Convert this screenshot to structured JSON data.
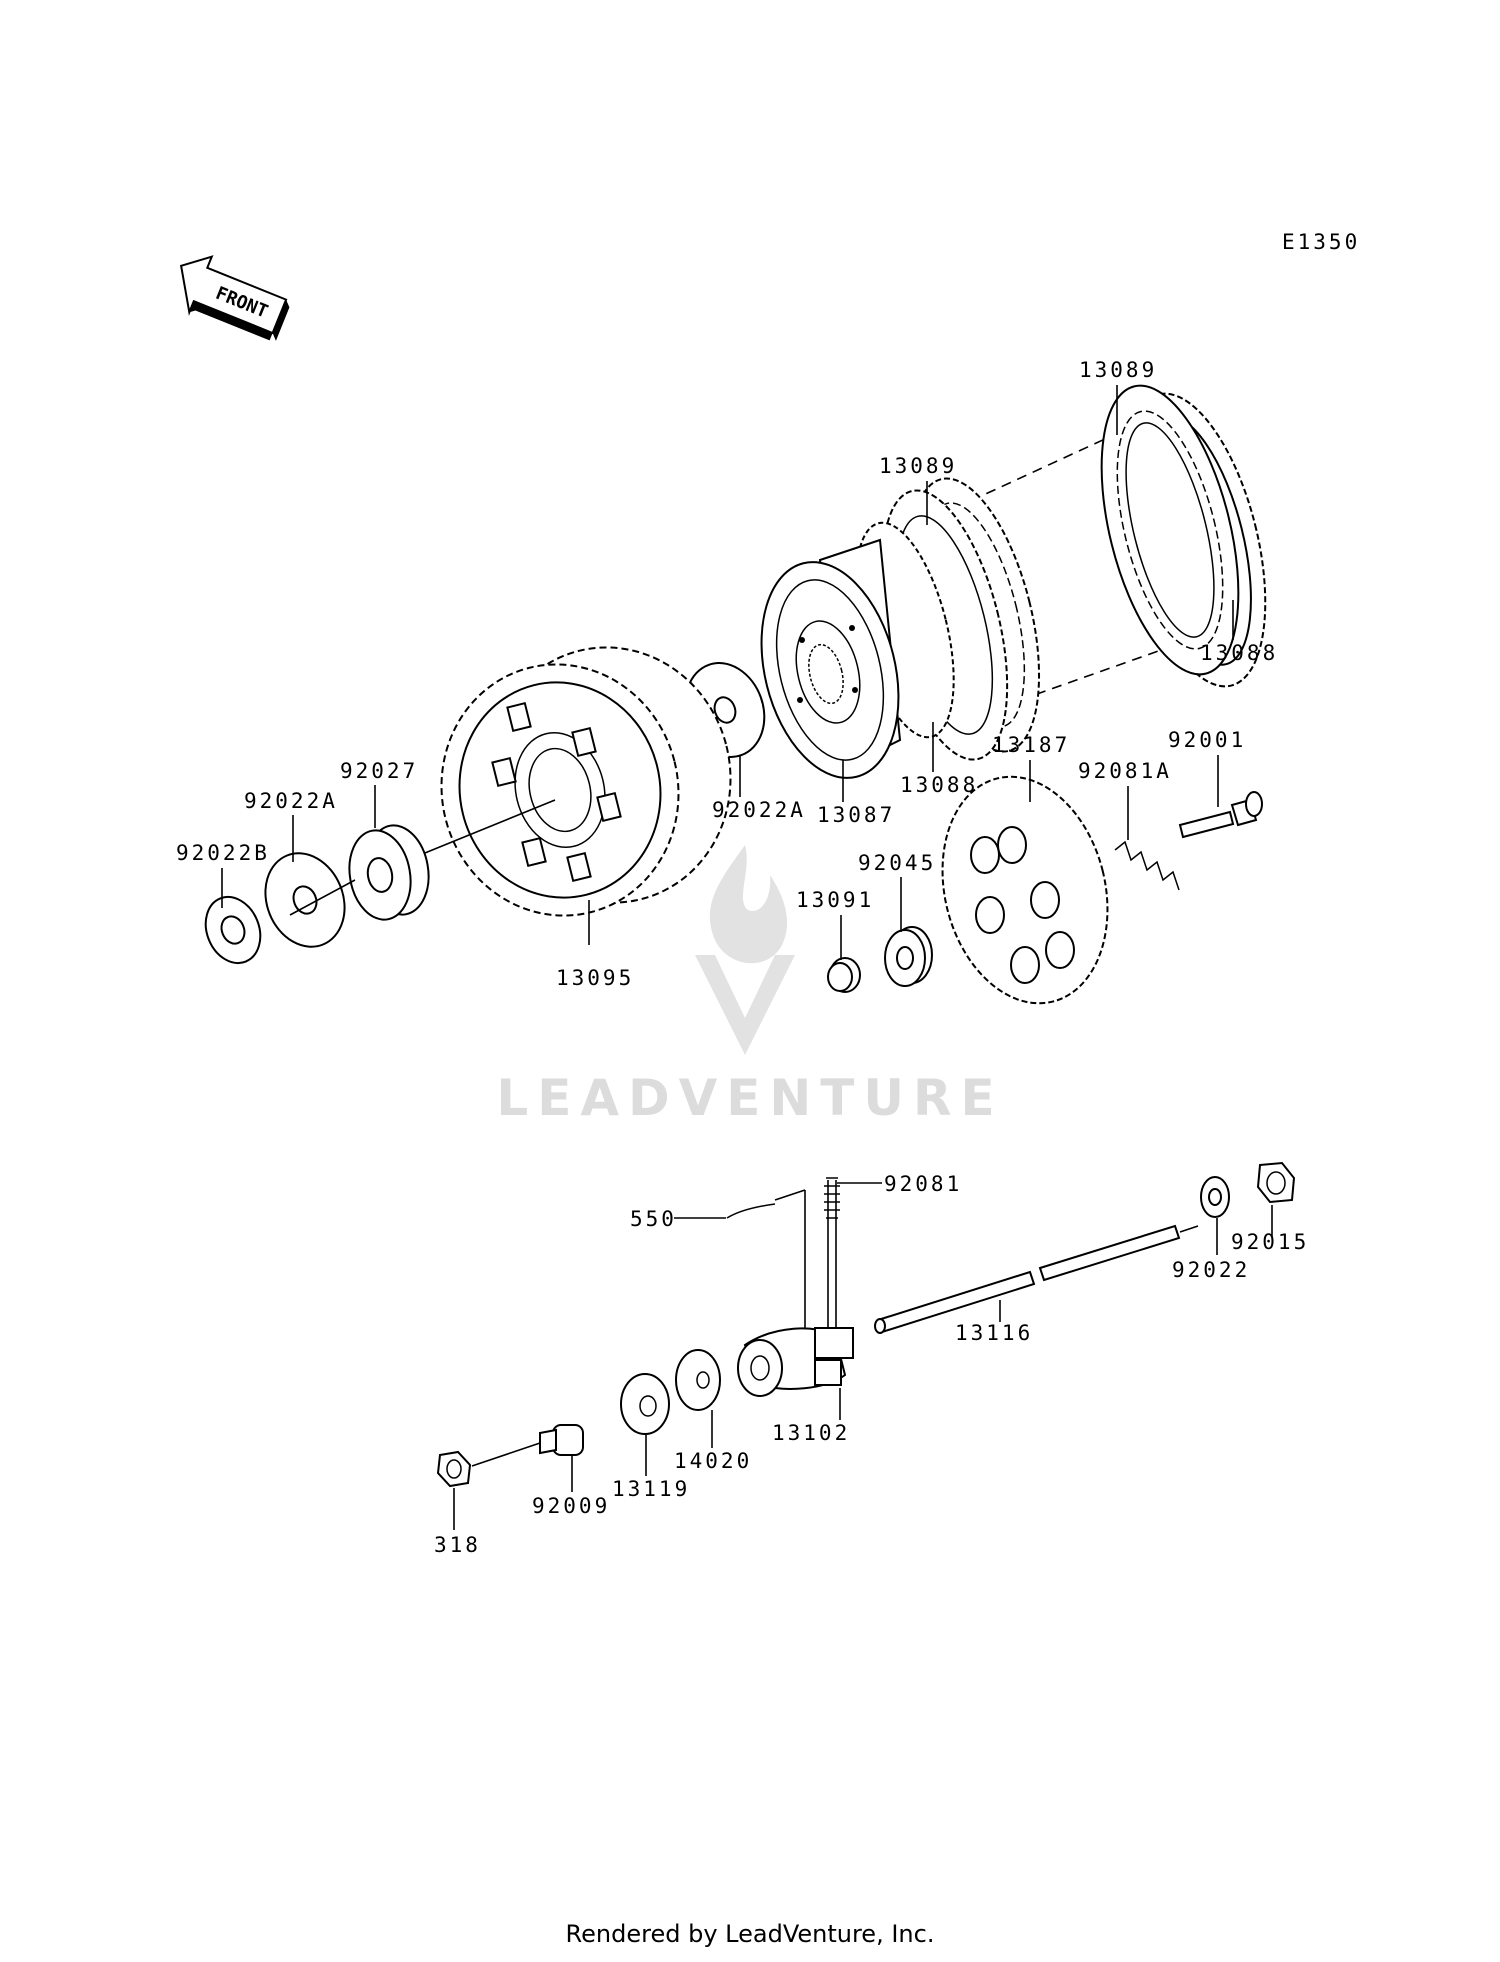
{
  "diagram_code": "E1350",
  "front_label": "FRONT",
  "watermark": "LEADVENTURE",
  "footer": "Rendered by LeadVenture, Inc.",
  "parts": [
    {
      "id": "p-13089-a",
      "label": "13089"
    },
    {
      "id": "p-13089-b",
      "label": "13089"
    },
    {
      "id": "p-13088-a",
      "label": "13088"
    },
    {
      "id": "p-13088-b",
      "label": "13088"
    },
    {
      "id": "p-13087",
      "label": "13087"
    },
    {
      "id": "p-92022a-a",
      "label": "92022A"
    },
    {
      "id": "p-92022a-b",
      "label": "92022A"
    },
    {
      "id": "p-92027",
      "label": "92027"
    },
    {
      "id": "p-92022b",
      "label": "92022B"
    },
    {
      "id": "p-13095",
      "label": "13095"
    },
    {
      "id": "p-13187",
      "label": "13187"
    },
    {
      "id": "p-92081a",
      "label": "92081A"
    },
    {
      "id": "p-92001",
      "label": "92001"
    },
    {
      "id": "p-92045",
      "label": "92045"
    },
    {
      "id": "p-13091",
      "label": "13091"
    },
    {
      "id": "p-92081",
      "label": "92081"
    },
    {
      "id": "p-550",
      "label": "550"
    },
    {
      "id": "p-13116",
      "label": "13116"
    },
    {
      "id": "p-92022",
      "label": "92022"
    },
    {
      "id": "p-92015",
      "label": "92015"
    },
    {
      "id": "p-13102",
      "label": "13102"
    },
    {
      "id": "p-14020",
      "label": "14020"
    },
    {
      "id": "p-13119",
      "label": "13119"
    },
    {
      "id": "p-92009",
      "label": "92009"
    },
    {
      "id": "p-318",
      "label": "318"
    }
  ]
}
